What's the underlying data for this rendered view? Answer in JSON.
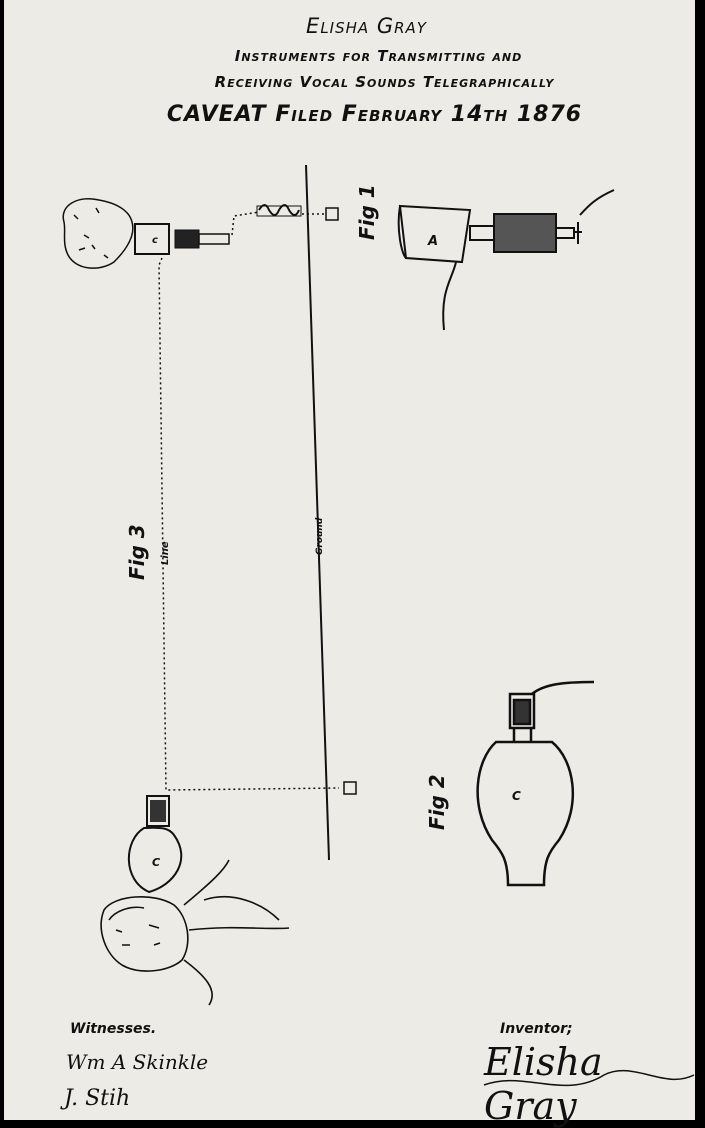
{
  "header": {
    "name": "Elisha Gray",
    "line1": "Instruments for Transmitting and",
    "line2": "Receiving Vocal Sounds Telegraphically",
    "line3": "CAVEAT Filed February 14th 1876"
  },
  "figures": {
    "fig1": "Fig 1",
    "fig2": "Fig 2",
    "fig3": "Fig 3",
    "line_label": "Line",
    "ground_label": "Ground",
    "letter_a": "A",
    "letter_c_small": "C",
    "letter_c_large": "C"
  },
  "witnesses": {
    "label": "Witnesses.",
    "sig1": "Wm A Skinkle",
    "sig2": "J. Stih"
  },
  "inventor": {
    "label": "Inventor;",
    "signature": "Elisha Gray"
  }
}
